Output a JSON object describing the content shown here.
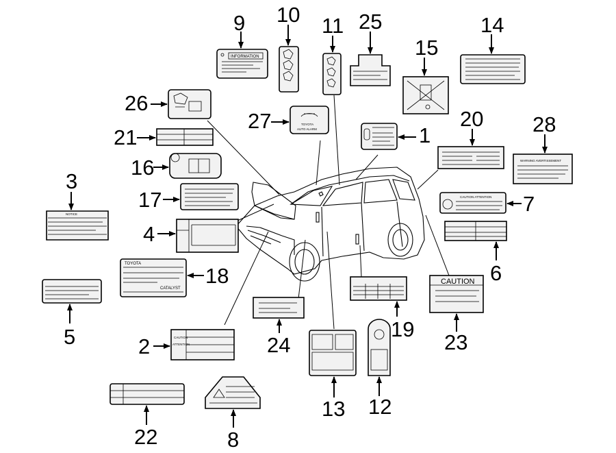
{
  "callouts": {
    "n1": "1",
    "n2": "2",
    "n3": "3",
    "n4": "4",
    "n5": "5",
    "n6": "6",
    "n7": "7",
    "n8": "8",
    "n9": "9",
    "n10": "10",
    "n11": "11",
    "n12": "12",
    "n13": "13",
    "n14": "14",
    "n15": "15",
    "n16": "16",
    "n17": "17",
    "n18": "18",
    "n19": "19",
    "n20": "20",
    "n21": "21",
    "n22": "22",
    "n23": "23",
    "n24": "24",
    "n25": "25",
    "n26": "26",
    "n27": "27",
    "n28": "28"
  },
  "label_text": {
    "information": "INFORMATION",
    "notice": "NOTICE",
    "toyota": "TOYOTA",
    "catalyst": "CATALYST",
    "caution": "CAUTION",
    "caution_attention": "CAUTION ATTENTION",
    "warning_avertissement": "WARNING  AVERTISSEMENT",
    "alarm_line1": "TOYOTA",
    "alarm_line2": "AUTO ALARM",
    "caution_small": "CAUTION",
    "attention_small": "ATTENTION"
  }
}
